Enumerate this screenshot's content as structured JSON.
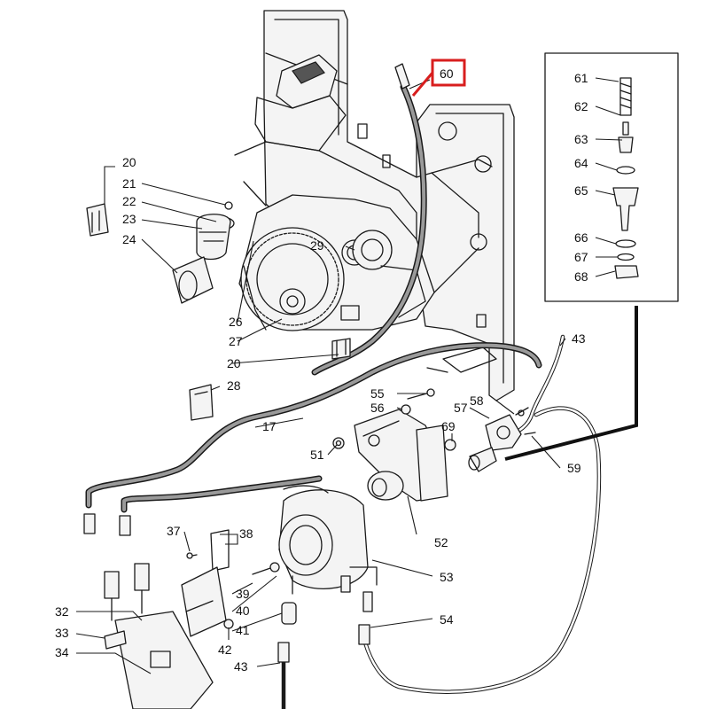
{
  "diagram": {
    "highlight_color": "#d81e1e",
    "line_color": "#1a1a1a",
    "callouts": {
      "c17": "17",
      "c20a": "20",
      "c20b": "20",
      "c21": "21",
      "c22": "22",
      "c23": "23",
      "c24": "24",
      "c26": "26",
      "c27": "27",
      "c28": "28",
      "c29": "29",
      "c32": "32",
      "c33": "33",
      "c34": "34",
      "c37": "37",
      "c38": "38",
      "c39": "39",
      "c40": "40",
      "c41": "41",
      "c42": "42",
      "c43a": "43",
      "c43b": "43",
      "c51": "51",
      "c52": "52",
      "c53": "53",
      "c54": "54",
      "c55": "55",
      "c56": "56",
      "c57": "57",
      "c58": "58",
      "c59": "59",
      "c60": "60",
      "c61": "61",
      "c62": "62",
      "c63": "63",
      "c64": "64",
      "c65": "65",
      "c66": "66",
      "c67": "67",
      "c68": "68",
      "c69": "69"
    }
  }
}
